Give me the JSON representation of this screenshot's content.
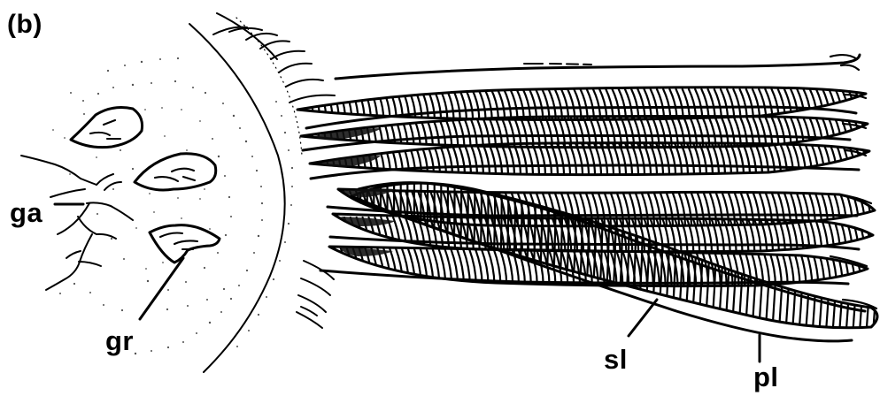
{
  "figure": {
    "panel_label": "(b)",
    "labels": {
      "ga": "ga",
      "gr": "gr",
      "sl": "sl",
      "pl": "pl"
    }
  },
  "colors": {
    "background": "#ffffff",
    "ink": "#000000",
    "stipple": "#202020"
  }
}
